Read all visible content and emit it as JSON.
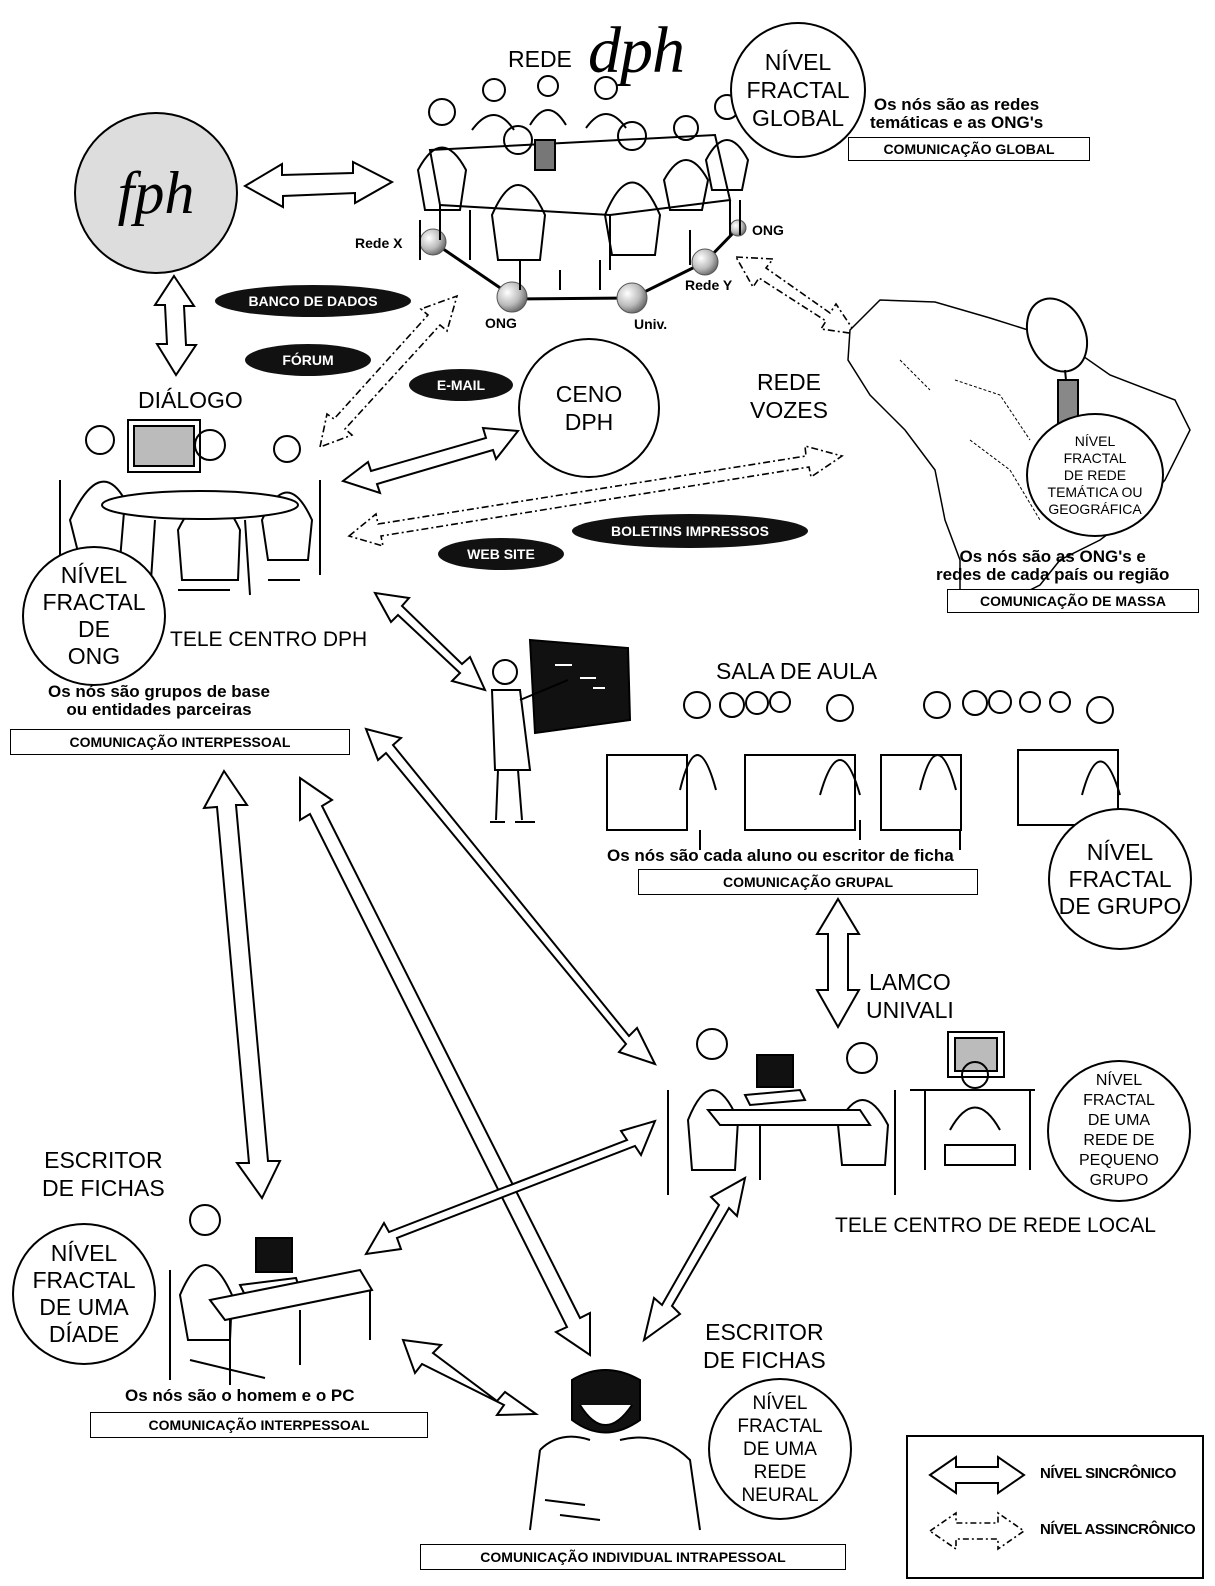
{
  "top": {
    "rede_prefix": "REDE",
    "rede_script": "dph",
    "global_circle": "NÍVEL\nFRACTAL\nGLOBAL",
    "global_nodes": "Os nós são as redes\ntemáticas e as ONG's",
    "global_box": "COMUNICAÇÃO GLOBAL",
    "fph": "fph",
    "node_rede_x": "Rede X",
    "node_ong_top": "ONG",
    "node_ong_bottom": "ONG",
    "node_univ": "Univ.",
    "node_rede_y": "Rede Y"
  },
  "pills": {
    "banco": "BANCO DE DADOS",
    "forum": "FÓRUM",
    "email": "E-MAIL",
    "web": "WEB SITE",
    "boletins": "BOLETINS IMPRESSOS"
  },
  "ceno": "CENO\nDPH",
  "rede_vozes": "REDE\nVOZES",
  "massa": {
    "circle": "NÍVEL\nFRACTAL\nDE REDE\nTEMÁTICA OU\nGEOGRÁFICA",
    "nodes": "Os nós são as ONG's e\nredes de cada país ou região",
    "box": "COMUNICAÇÃO DE MASSA"
  },
  "ong": {
    "dialogo": "DIÁLOGO",
    "circle": "NÍVEL\nFRACTAL\nDE\nONG",
    "tele": "TELE CENTRO DPH",
    "nodes": "Os nós são grupos de base\nou entidades parceiras",
    "box": "COMUNICAÇÃO INTERPESSOAL"
  },
  "sala": {
    "title": "SALA DE AULA",
    "nodes": "Os nós são cada aluno ou escritor de ficha",
    "box": "COMUNICAÇÃO GRUPAL",
    "circle": "NÍVEL\nFRACTAL\nDE GRUPO"
  },
  "lamco": {
    "title": "LAMCO\nUNIVALI",
    "circle": "NÍVEL\nFRACTAL\nDE UMA\nREDE DE\nPEQUENO\nGRUPO",
    "tele": "TELE CENTRO DE REDE LOCAL"
  },
  "diade": {
    "title": "ESCRITOR\nDE FICHAS",
    "circle": "NÍVEL\nFRACTAL\nDE UMA\nDÍADE",
    "nodes": "Os nós são o homem e o PC",
    "box": "COMUNICAÇÃO INTERPESSOAL"
  },
  "neural": {
    "title": "ESCRITOR\nDE FICHAS",
    "circle": "NÍVEL\nFRACTAL\nDE UMA\nREDE\nNEURAL",
    "box": "COMUNICAÇÃO INDIVIDUAL INTRAPESSOAL"
  },
  "legend": {
    "sync": "NÍVEL SINCRÔNICO",
    "async": "NÍVEL ASSINCRÔNICO"
  }
}
